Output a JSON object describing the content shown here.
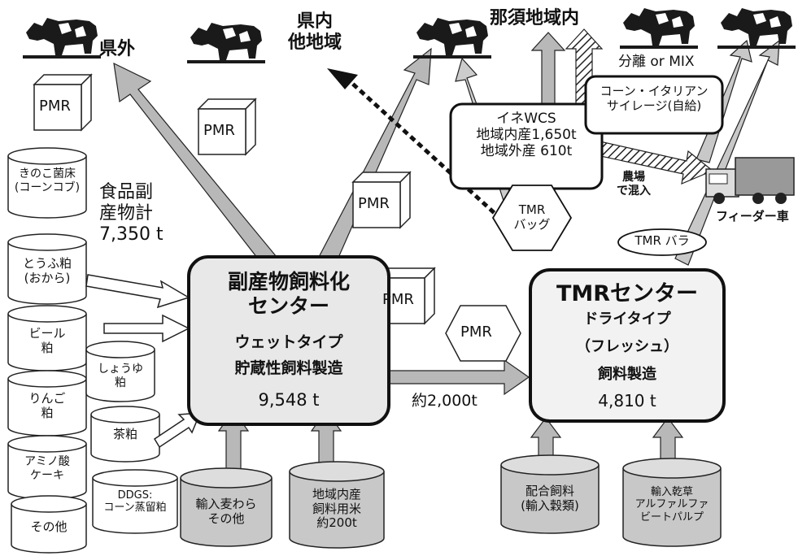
{
  "cows": {
    "outside_pref": "県外",
    "other_region": "県内\n他地域",
    "nasu": "那須地域内",
    "separate_mix": "分離 or MIX"
  },
  "pmr": "PMR",
  "byproducts": {
    "total": "食品副\n産物計\n7,350 t",
    "items": [
      "きのこ菌床\n(コーンコブ)",
      "とうふ粕\n(おから)",
      "ビール\n粕",
      "りんご\n粕",
      "アミノ酸\nケーキ",
      "その他",
      "しょうゆ\n粕",
      "茶粕",
      "DDGS:\nコーン蒸留粕"
    ]
  },
  "byproduct_center": {
    "title": "副産物飼料化\nセンター",
    "type": "ウェットタイプ",
    "desc": "貯蔵性飼料製造",
    "amount": "9,548 t"
  },
  "inputs_center": {
    "imported_straw": "輸入麦わら\nその他",
    "local_rice": "地域内産\n飼料用米\n約200t"
  },
  "transfer": "約2,000t",
  "tmr_center": {
    "title": "TMRセンター",
    "type": "ドライタイプ",
    "fresh": "（フレッシュ）",
    "desc": "飼料製造",
    "amount": "4,810 t"
  },
  "inputs_tmr": {
    "compound": "配合飼料\n(輸入穀類)",
    "hay": "輸入乾草\nアルファルファ\nビートパルプ"
  },
  "rice_wcs": "イネWCS\n地域内産1,650t\n地域外産 610t",
  "corn_silage": "コーン・イタリアン\nサイレージ(自給)",
  "farm_mix": "農場\nで混入",
  "feeder": "フィーダー車",
  "tmr_bag": "TMR\nバッグ",
  "tmr_bulk": "TMR バラ"
}
